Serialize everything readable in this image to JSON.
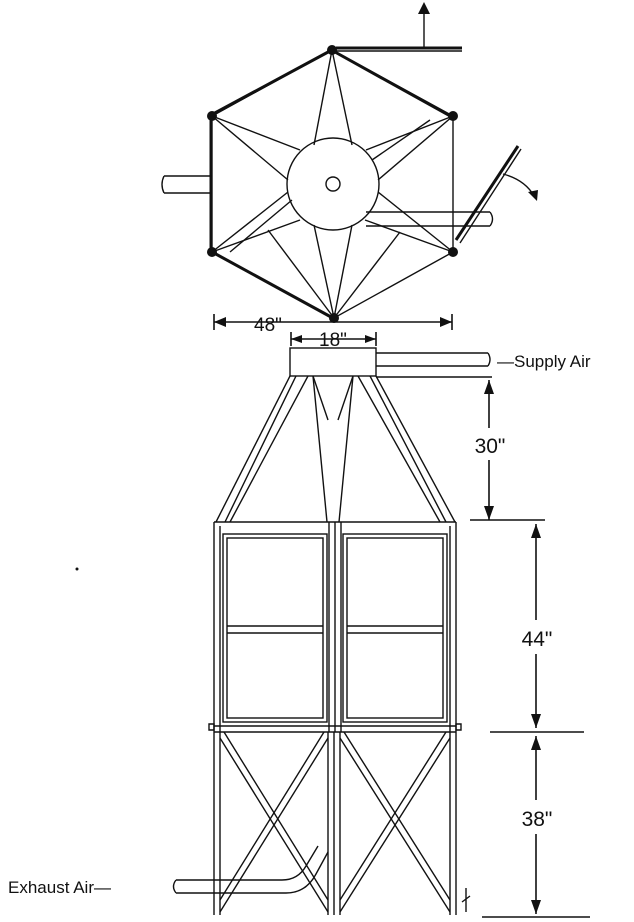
{
  "labels": {
    "dim_48": "48\"",
    "dim_18": "18\"",
    "dim_30": "30\"",
    "dim_44": "44\"",
    "dim_38": "38\"",
    "supply_air": "—Supply Air",
    "exhaust_air": "Exhaust Air—"
  },
  "colors": {
    "ink": "#111111",
    "background": "#ffffff"
  }
}
